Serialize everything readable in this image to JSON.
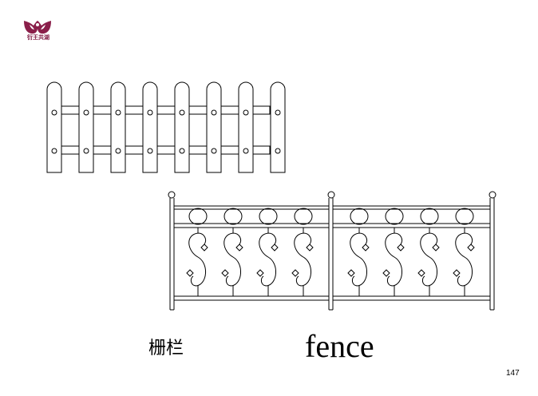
{
  "logo": {
    "text": "衍王共湖"
  },
  "caption": {
    "chinese": "栅栏",
    "english": "fence"
  },
  "page_number": "147",
  "colors": {
    "logo": "#8a1f4a",
    "line": "#000000",
    "background": "#ffffff"
  }
}
